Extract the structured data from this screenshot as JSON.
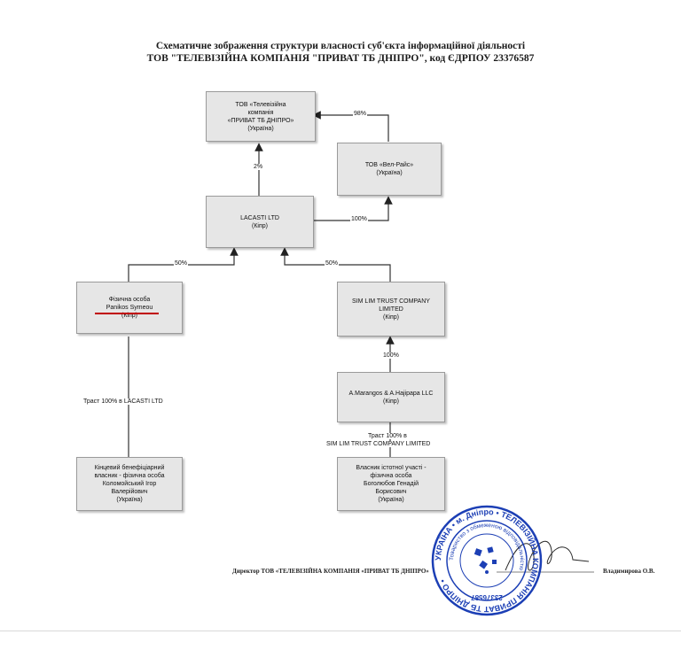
{
  "header": {
    "line1": "Схематичне зображення структури власності суб'єкта інформаційної діяльності",
    "line2": "ТОВ \"ТЕЛЕВІЗІЙНА КОМПАНІЯ \"ПРИВАТ ТБ ДНІПРО\", код ЄДРПОУ 23376587"
  },
  "nodes": {
    "company": [
      "ТОВ «Телевізійна",
      "компанія",
      "«ПРИВАТ ТБ ДНІПРО»",
      "(Україна)"
    ],
    "velrais": [
      "ТОВ «Вел-Райс»",
      "(Україна)"
    ],
    "lacasti": [
      "LACASTI LTD",
      "(Кіпр)"
    ],
    "panikos": [
      "Фізична особа",
      "Panikos Symeou",
      "(Кіпр)"
    ],
    "simlim": [
      "SIM LIM TRUST COMPANY",
      "LIMITED",
      "(Кіпр)"
    ],
    "marangos": [
      "A.Marangos & A.Hajipapa LLC",
      "(Кіпр)"
    ],
    "kolomoisky": [
      "Кінцевий бенефіціарний",
      "власник - фізична особа",
      "Коломойський Ігор",
      "Валерійович",
      "(Україна)"
    ],
    "bogoliubov": [
      "Власник істотної участі -",
      "фізична особа",
      "Боголюбов Генадій",
      "Борисович",
      "(Україна)"
    ]
  },
  "edges": {
    "velrais_to_company": "98%",
    "lacasti_to_company": "2%",
    "lacasti_to_velrais": "100%",
    "panikos_to_lacasti": "50%",
    "simlim_to_lacasti": "50%",
    "marangos_to_simlim": "100%",
    "kolomoisky_trust": "Траст 100% в LACASTI LTD",
    "bogoliubov_trust_1": "Траст 100% в",
    "bogoliubov_trust_2": "SIM LIM TRUST COMPANY LIMITED"
  },
  "signature": {
    "director": "Директор ТОВ «ТЕЛЕВІЗІЙНА КОМПАНІЯ «ПРИВАТ ТБ ДНІПРО»",
    "name": "Владимирова О.В."
  },
  "stamp": {
    "outer_text": "УКРАЇНА • м. Дніпро • ТЕЛЕВІЗІЙНА КОМПАНІЯ ПРИВАТ ТБ ДНІПРО •",
    "inner_text": "Товариство з обмеженою відповідальністю",
    "code": "23376587",
    "color": "#1c3fb5"
  }
}
